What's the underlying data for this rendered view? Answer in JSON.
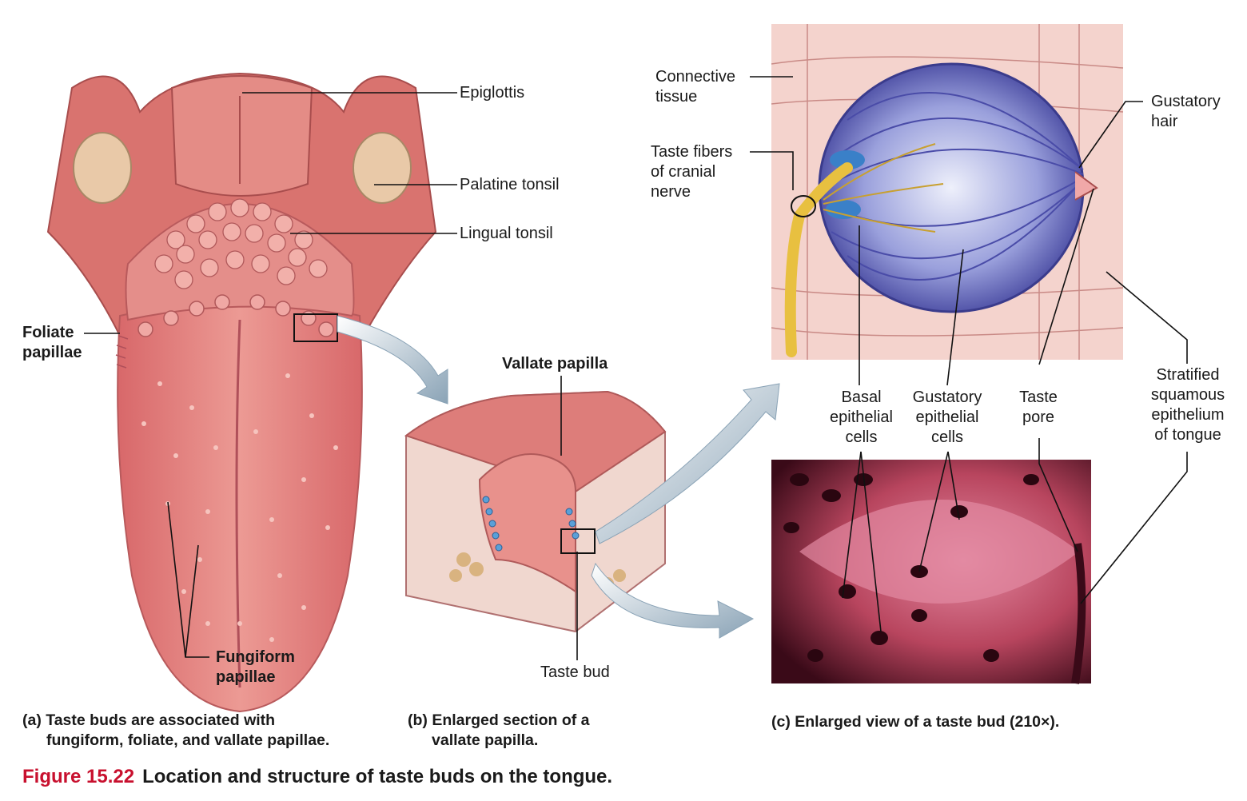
{
  "labels": {
    "epiglottis": "Epiglottis",
    "palatine_tonsil": "Palatine tonsil",
    "lingual_tonsil": "Lingual tonsil",
    "foliate": [
      "Foliate",
      "papillae"
    ],
    "fungiform": [
      "Fungiform",
      "papillae"
    ],
    "vallate_papilla": "Vallate papilla",
    "taste_bud": "Taste bud",
    "connective_tissue": [
      "Connective",
      "tissue"
    ],
    "taste_fibers": [
      "Taste fibers",
      "of cranial",
      "nerve"
    ],
    "gustatory_hair": [
      "Gustatory",
      "hair"
    ],
    "basal_cells": [
      "Basal",
      "epithelial",
      "cells"
    ],
    "gustatory_cells": [
      "Gustatory",
      "epithelial",
      "cells"
    ],
    "taste_pore": [
      "Taste",
      "pore"
    ],
    "stratified": [
      "Stratified",
      "squamous",
      "epithelium",
      "of tongue"
    ]
  },
  "captions": {
    "a": [
      "(a) Taste buds are associated with",
      "fungiform, foliate, and vallate papillae."
    ],
    "b": [
      "(b) Enlarged section of a",
      "vallate papilla."
    ],
    "c": "(c) Enlarged view of a taste bud (210×)."
  },
  "figure": {
    "number": "Figure 15.22",
    "title": "Location and structure of taste buds on the tongue."
  },
  "colors": {
    "tongue": "#e07a78",
    "tongue_dark": "#c85a5c",
    "taste_bud": "#5a5cb0",
    "nerve": "#e8c040",
    "micrograph": "#b8455e",
    "arrow": "#9fb4c4",
    "figure_red": "#c8102e"
  }
}
